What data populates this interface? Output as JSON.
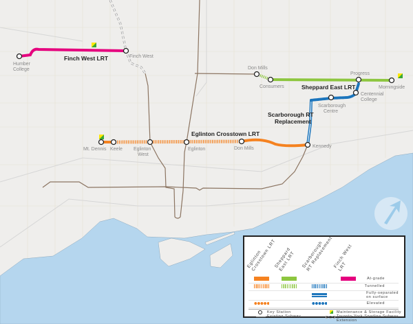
{
  "colors": {
    "eglinton": "#f58220",
    "sheppard": "#8dc63f",
    "scarborough": "#1c75bc",
    "finch": "#e5007e",
    "subway": "#8b7461",
    "water": "#b5d6ee",
    "land": "#efeeec"
  },
  "lines": {
    "finch": {
      "label": "Finch West LRT"
    },
    "eglinton": {
      "label": "Eglinton Crosstown LRT"
    },
    "sheppard": {
      "label": "Sheppard East LRT"
    },
    "scarborough": {
      "label_line1": "Scarborough RT",
      "label_line2": "Replacement"
    }
  },
  "stations": {
    "humber": {
      "line1": "Humber",
      "line2": "College"
    },
    "finch_west": "Finch West",
    "mt_dennis": "Mt. Dennis",
    "keele": "Keele",
    "eglinton_west": {
      "line1": "Eglinton",
      "line2": "West"
    },
    "eglinton": "Eglinton",
    "don_mills_egl": "Don Mills",
    "kennedy": "Kennedy",
    "don_mills_shep": "Don Mills",
    "consumers": "Consumers",
    "progress": "Progress",
    "morningside": "Morningside",
    "centennial": {
      "line1": "Centennial",
      "line2": "College"
    },
    "scarborough_centre": {
      "line1": "Scarborough",
      "line2": "Centre"
    }
  },
  "compass_icon": "north-arrow",
  "legend": {
    "columns": [
      {
        "line1": "Eglinton",
        "line2": "Crosstown LRT"
      },
      {
        "line1": "Sheppard",
        "line2": "East LRT"
      },
      {
        "line1": "Scarborough",
        "line2": "RT Replacement"
      },
      {
        "line1": "Finch West",
        "line2": "LRT"
      }
    ],
    "rows": {
      "at_grade": "At-grade",
      "tunnelled": "Tunnelled",
      "fully_separated_1": "Fully-separated",
      "fully_separated_2": "on surface",
      "elevated": "Elevated"
    },
    "key_station": "Key Station",
    "existing_subway": "Existing Subway",
    "maintenance": "Maintenance & Storage Facility",
    "spadina_extension": "Toronto-York Spadina Subway Extension"
  }
}
